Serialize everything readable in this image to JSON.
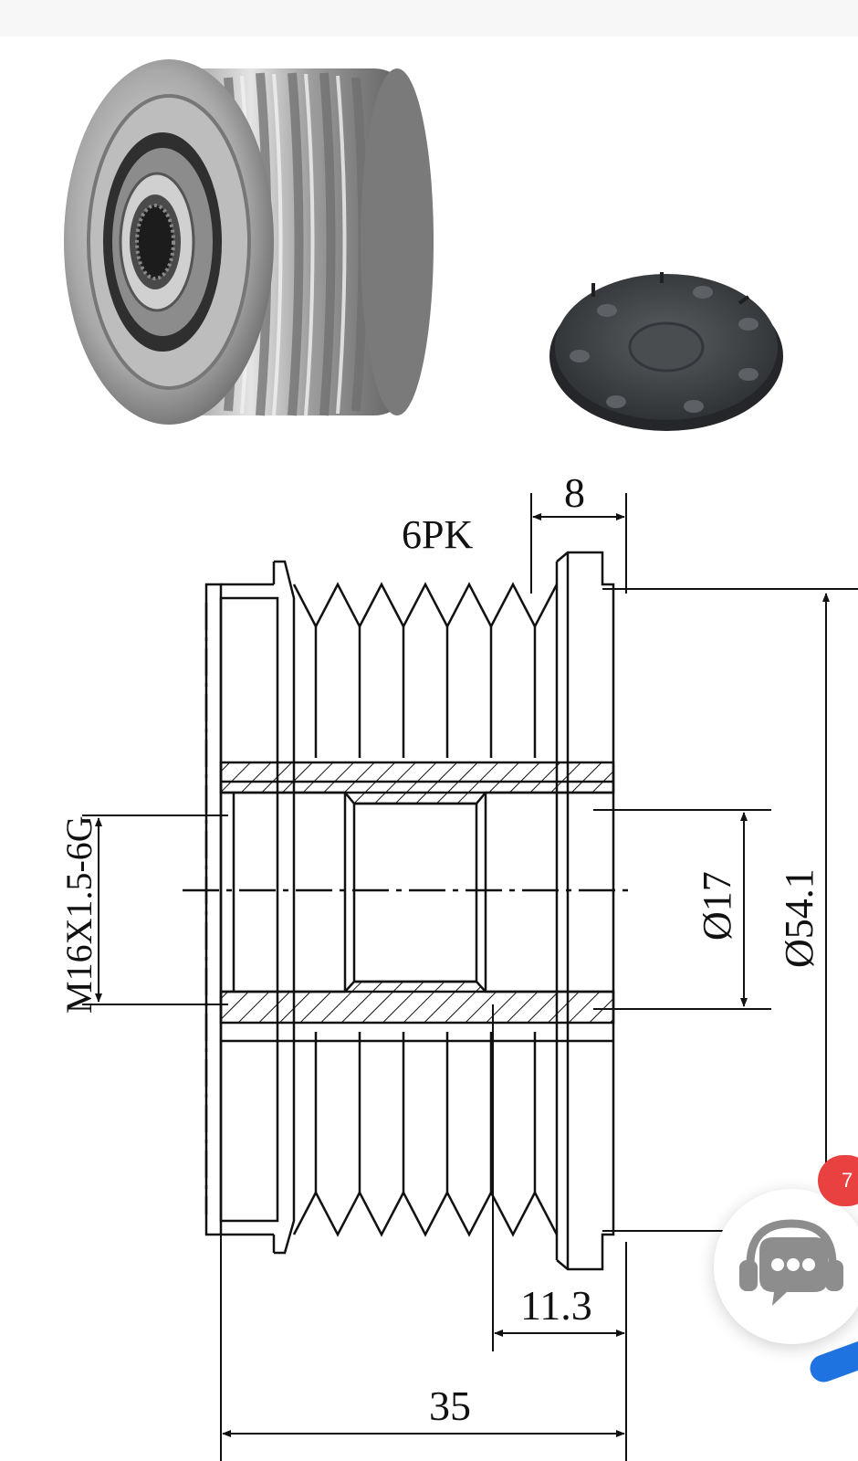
{
  "drawing": {
    "groove_label": "6PK",
    "width_flange": "8",
    "thread_spec": "M16X1.5-6G",
    "bore_diameter": "Ø17",
    "outer_diameter": "Ø54.1",
    "offset": "11.3",
    "overall_length": "35"
  },
  "chat": {
    "badge_count": "7",
    "icon": "chat-bubble-headset-icon"
  },
  "colors": {
    "steel_light": "#d9d9d9",
    "steel_dark": "#6e6e6e",
    "cap_dark": "#3a3d40",
    "badge_red": "#e8413f",
    "accent_blue": "#1e73e0"
  }
}
